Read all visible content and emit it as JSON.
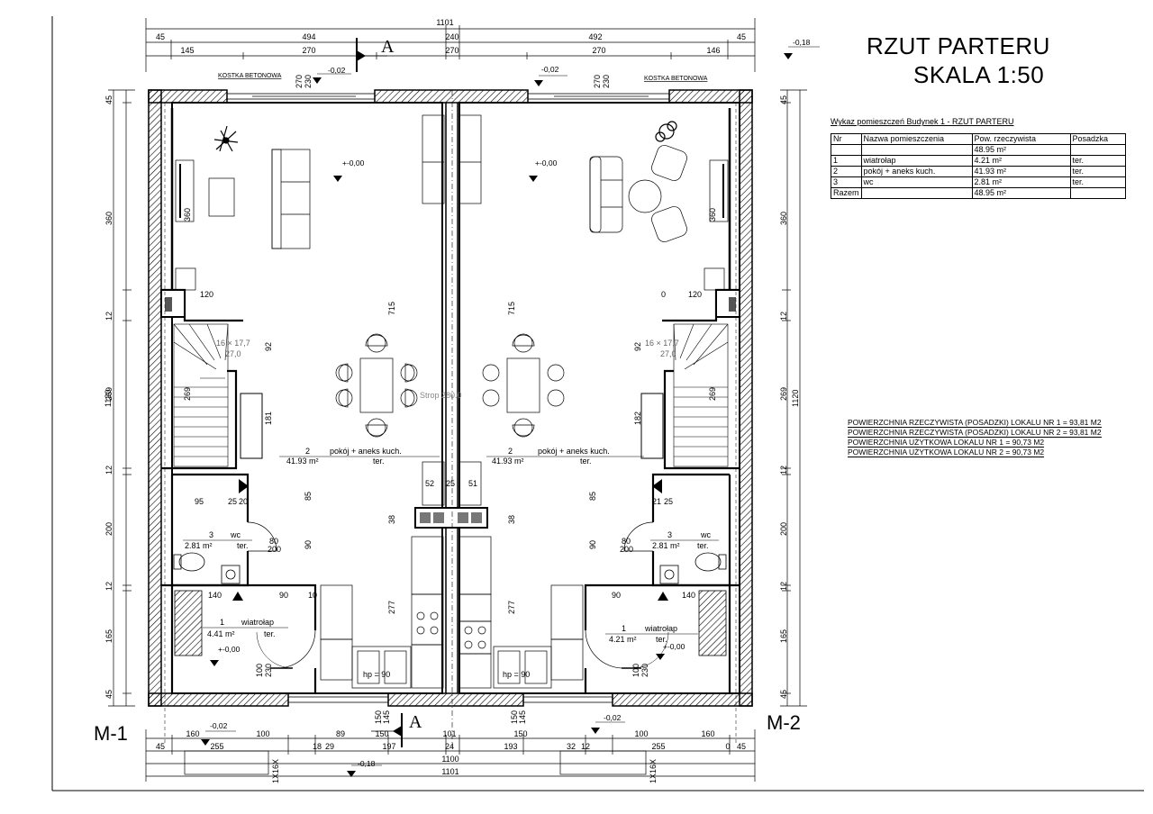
{
  "title": {
    "line1": "RZUT  PARTERU",
    "line2": "SKALA  1:50"
  },
  "schedule": {
    "caption": "Wykaz pomieszczeń Budynek 1 - RZUT  PARTERU",
    "headers": [
      "Nr",
      "Nazwa pomieszczenia",
      "Pow. rzeczywista",
      "Posadzka"
    ],
    "rows": [
      [
        "",
        "",
        "48.95 m²",
        ""
      ],
      [
        "1",
        "wiatrołap",
        "4.21 m²",
        "ter."
      ],
      [
        "2",
        "pokój + aneks kuch.",
        "41.93 m²",
        "ter."
      ],
      [
        "3",
        "wc",
        "2.81 m²",
        "ter."
      ],
      [
        "Razem",
        "",
        "48.95 m²",
        ""
      ]
    ]
  },
  "area_summary": [
    "POWIERZCHNIA  RZECZYWISTA (POSADZKI)  LOKALU NR 1  =  93,81 M2",
    "POWIERZCHNIA  RZECZYWISTA (POSADZKI)  LOKALU NR 2  =  93,81 M2",
    "POWIERZCHNIA  UŻYTKOWA  LOKALU  NR 1  =  90,73 M2",
    "POWIERZCHNIA  UŻYTKOWA  LOKALU  NR 2  =  90,73 M2"
  ],
  "unit_labels": {
    "left": "M-1",
    "right": "M-2"
  },
  "section_mark": "A",
  "paving_label": "KOSTKA  BETONOWA",
  "levels": {
    "floor": "+-0,00",
    "outside": "-0,02",
    "ground": "-0,18"
  },
  "stair": {
    "spec": "16 × 17,7",
    "run": "27,0",
    "strop": "Strop 280.0"
  },
  "window_tags": {
    "m1": "1X16X",
    "m2": "1X16X"
  },
  "hp_label": "hp = 90",
  "rooms": {
    "living": {
      "nr": "2",
      "name": "pokój + aneks kuch.",
      "area": "41.93  m²",
      "floor": "ter."
    },
    "wc_left": {
      "nr": "3",
      "name": "wc",
      "area": "2.81  m²",
      "floor": "ter."
    },
    "vest_left": {
      "nr": "1",
      "name": "wiatrołap",
      "area": "4.41  m²",
      "floor": "ter."
    },
    "wc_right": {
      "nr": "3",
      "name": "wc",
      "area": "2.81  m²",
      "floor": "ter."
    },
    "vest_right": {
      "nr": "1",
      "name": "wiatrołap",
      "area": "4.21  m²",
      "floor": "ter."
    }
  },
  "dims_top": {
    "overall": "1101",
    "row1": [
      "45",
      "494",
      "240",
      "492",
      "45"
    ],
    "row2": [
      "145",
      "270",
      "270",
      "270",
      "146"
    ]
  },
  "dims_bottom": {
    "row1": [
      "160",
      "100",
      "89",
      "150",
      "101",
      "150",
      "100",
      "160"
    ],
    "row2": [
      "45",
      "255",
      "18",
      "29",
      "197",
      "24",
      "193",
      "32",
      "12",
      "255",
      "0",
      "45"
    ],
    "total1": "1100",
    "total2": "1101"
  },
  "dims_left": [
    "45",
    "360",
    "12",
    "269",
    "12",
    "200",
    "12",
    "165",
    "45"
  ],
  "dims_left_total": "1120",
  "dims_right": [
    "45",
    "360",
    "12",
    "269",
    "12",
    "200",
    "12",
    "165",
    "45"
  ],
  "dims_right_total": "1120",
  "dims_inner": {
    "a120": "120",
    "a0": "0",
    "h715": "715",
    "h92": "92",
    "h181": "181",
    "h182": "182",
    "h269": "269",
    "h360": "360",
    "d95": "95",
    "d25": "25",
    "d20": "20",
    "d21": "21",
    "h85": "85",
    "h38": "38",
    "h90": "90",
    "h277": "277",
    "door": "80",
    "door_h": "200",
    "d140": "140",
    "d10": "10",
    "d100": "100",
    "d230": "230",
    "k52": "52",
    "k25": "25",
    "k51": "51",
    "w270": "270",
    "w230": "230",
    "d150": "150",
    "d145": "145",
    "d18": "18",
    "d12": "12"
  },
  "colors": {
    "ink": "#000000",
    "hatch": "#000000",
    "paper": "#ffffff"
  }
}
